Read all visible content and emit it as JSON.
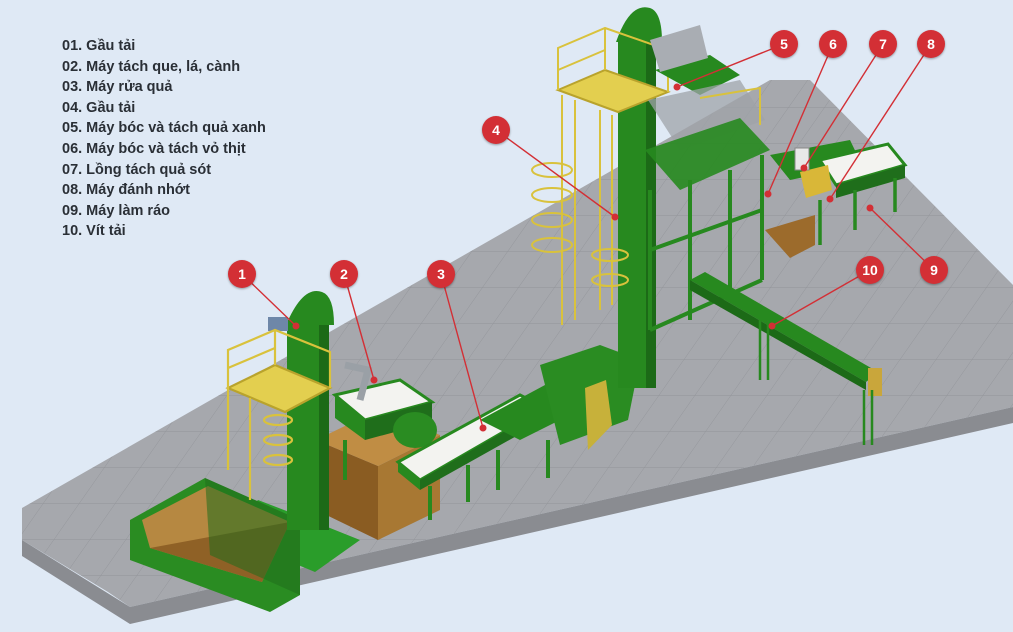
{
  "legend": [
    "01. Gầu tải",
    "02. Máy tách que, lá, cành",
    "03. Máy rửa quả",
    "04. Gầu tải",
    "05. Máy bóc và tách quả xanh",
    "06. Máy bóc và tách vỏ thịt",
    "07. Lồng tách quả sót",
    "08. Máy đánh nhớt",
    "09. Máy làm ráo",
    "10. Vít tải"
  ],
  "callouts": [
    "1",
    "2",
    "3",
    "4",
    "5",
    "6",
    "7",
    "8",
    "9",
    "10"
  ],
  "colors": {
    "background": "#dfe9f5",
    "floor": "#a6a8ad",
    "machine_green": "#27891f",
    "railing_yellow": "#d9c23c",
    "hopper_brown": "#9c6b2c",
    "callout_red": "#d32f35"
  }
}
